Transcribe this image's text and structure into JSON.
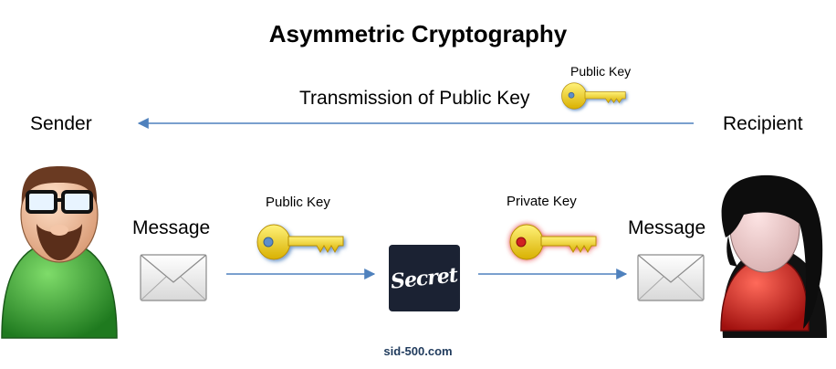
{
  "title": "Asymmetric Cryptography",
  "transmission_label": "Transmission of Public Key",
  "top_key_label": "Public Key",
  "sender_label": "Sender",
  "recipient_label": "Recipient",
  "message_left_label": "Message",
  "message_right_label": "Message",
  "public_key_label": "Public Key",
  "private_key_label": "Private Key",
  "secret_box_text": "Secret",
  "footer": "sid-500.com",
  "colors": {
    "arrow": "#4f81bd",
    "public_key": "#f2d21a",
    "private_key_glow": "#e02020",
    "sender_shirt": "#2f9a2f",
    "recipient_shirt": "#d0201e",
    "secret_bg": "#1b2233"
  },
  "icons": [
    "sender-avatar-icon",
    "recipient-avatar-icon",
    "envelope-icon",
    "key-icon"
  ]
}
